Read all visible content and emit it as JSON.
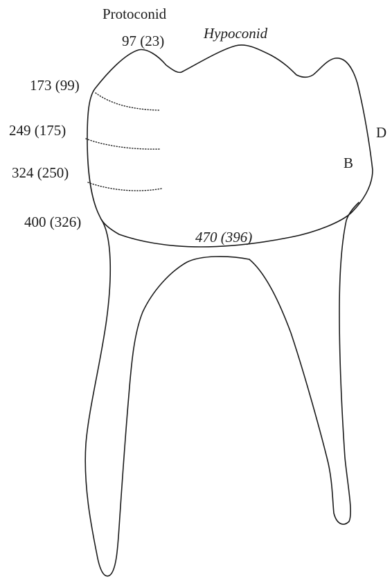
{
  "cusp_labels": {
    "protoconid": "Protoconid",
    "hypoconid": "Hypoconid"
  },
  "measurements": {
    "protoconid_tip": "97 (23)",
    "level_1": "173 (99)",
    "level_2": "249 (175)",
    "level_3": "324 (250)",
    "cervical": "400 (326)",
    "cervical_midline": "470 (396)"
  },
  "orientation": {
    "distal": "D",
    "buccal": "B"
  }
}
